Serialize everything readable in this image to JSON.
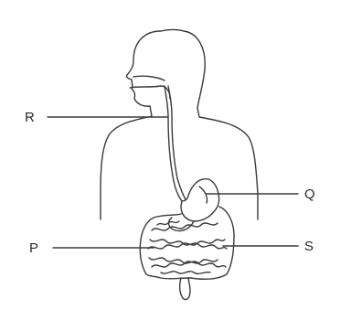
{
  "labels": {
    "r": "R",
    "q": "Q",
    "p": "P",
    "s": "S"
  },
  "colors": {
    "ink": "#3a3a3a",
    "background": "#ffffff"
  }
}
